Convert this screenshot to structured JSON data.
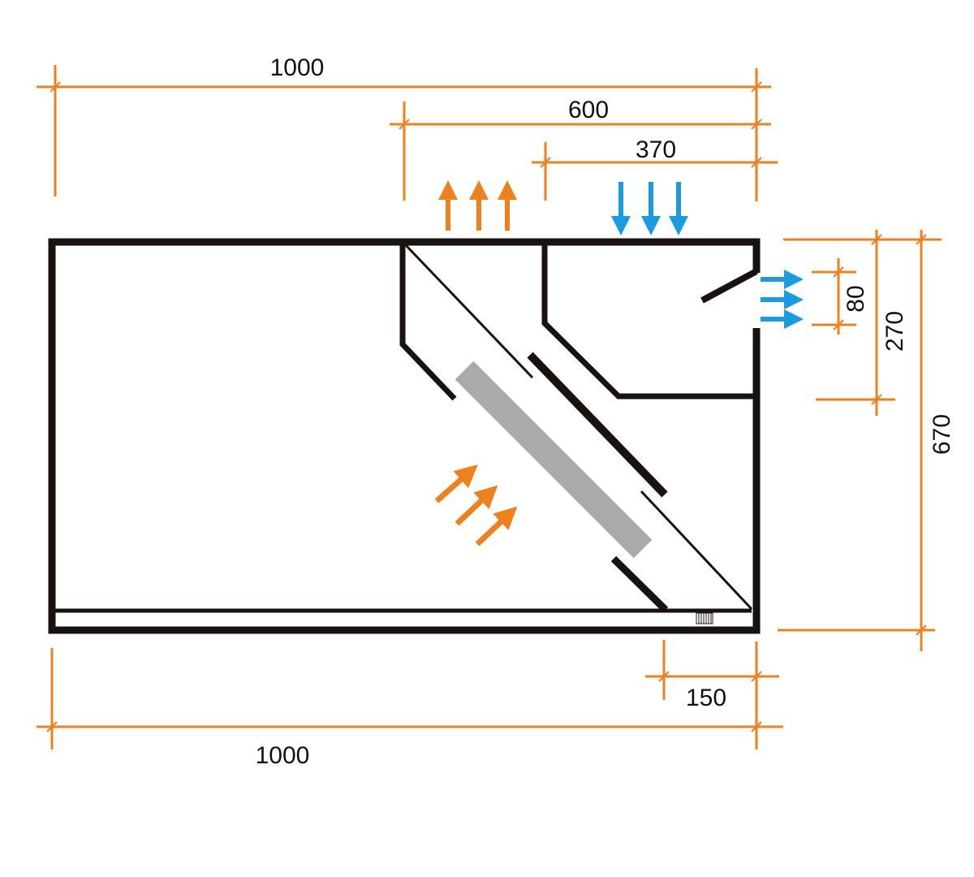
{
  "dimensions": {
    "top_total": "1000",
    "top_outlet_span": "600",
    "top_inlet_span": "370",
    "right_total_height": "670",
    "right_upper_height": "270",
    "right_opening": "80",
    "bottom_total": "1000",
    "bottom_offset": "150"
  },
  "colors": {
    "dimension": "#f0801c",
    "warm_air": "#f0801c",
    "cool_air": "#1a9be0",
    "wall": "#1a1210",
    "filter": "#aaaaaa"
  }
}
